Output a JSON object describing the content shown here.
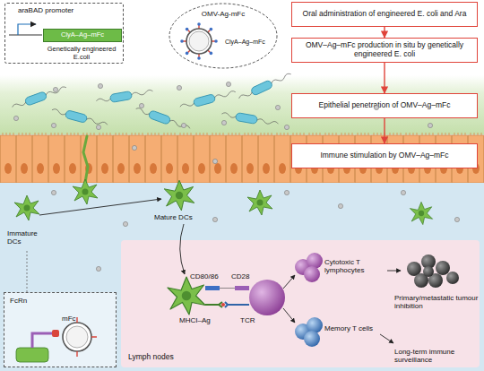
{
  "diagram": {
    "nodes": [
      {
        "text": [
          "araBAD promoter",
          "Genetically engineered E.coli"
        ]
      },
      {
        "text": [
          "ClyA–Ag–mFc"
        ],
        "in": 0
      },
      {
        "text": [
          "OMV-Ag-mFc",
          "ClyA–Ag–mFc"
        ]
      },
      {
        "text": [
          "FcRn",
          "mFc"
        ]
      },
      {
        "text": [
          "Oral administration of engineered E. coli and Ara"
        ]
      },
      {
        "text": [
          "OMV–Ag–mFc production in situ by genetically engineered E. coli"
        ]
      },
      {
        "text": [
          "Epithelial penetration of OMV–Ag–mFc"
        ]
      },
      {
        "text": [
          "Immune stimulation by OMV–Ag–mFc"
        ]
      },
      {
        "text": [
          "Lymph nodes"
        ]
      }
    ],
    "edges": [
      {
        "from": 4,
        "to": 5,
        "arrow": "to"
      },
      {
        "from": 5,
        "to": 6,
        "arrow": "to"
      },
      {
        "from": 6,
        "to": 7,
        "arrow": "to"
      }
    ],
    "labels": [
      "Immature DCs",
      "Mature DCs",
      "CD80/86",
      "CD28",
      "MHCI–Ag",
      "TCR",
      "Cytotoxic T lymphocytes",
      "Memory T cells",
      "Primary/metastatic tumour inhibition",
      "Long-term immune surveillance"
    ]
  }
}
